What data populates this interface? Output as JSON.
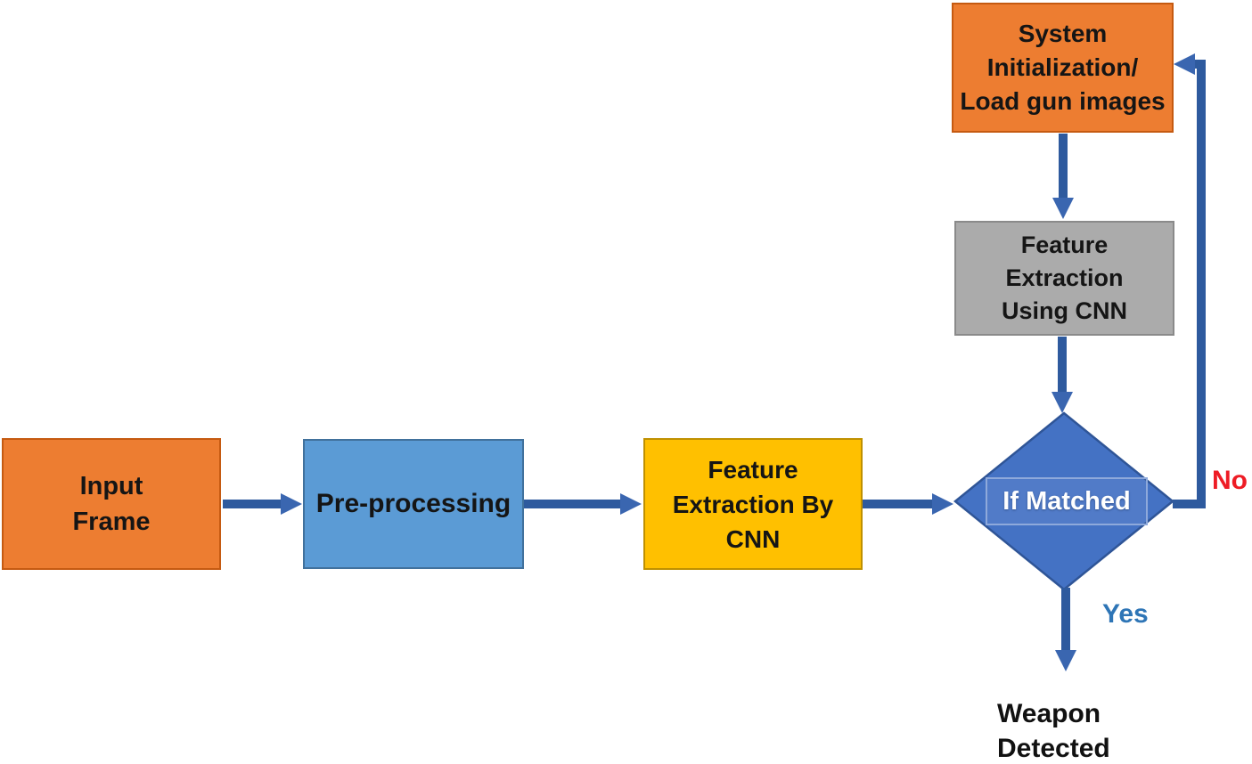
{
  "diagram": {
    "type": "flowchart",
    "background": "#FFFFFF",
    "nodes": {
      "input_frame": {
        "shape": "rect",
        "fill": "#ED7D31",
        "border": "#C55A11",
        "lines": [
          "Input",
          "Frame"
        ]
      },
      "pre_processing": {
        "shape": "rect",
        "fill": "#5B9BD5",
        "border": "#41719C",
        "lines": [
          "Pre-processing"
        ]
      },
      "feature_extraction_by_cnn": {
        "shape": "rect",
        "fill": "#FFC000",
        "border": "#BF9000",
        "lines": [
          "Feature",
          "Extraction By",
          "CNN"
        ]
      },
      "system_initialization": {
        "shape": "rect",
        "fill": "#ED7D31",
        "border": "#C55A11",
        "lines": [
          "System",
          "Initialization/",
          "Load gun images"
        ]
      },
      "feature_extraction_using_cnn": {
        "shape": "rect",
        "fill": "#ABABAB",
        "border": "#8A8A8A",
        "lines": [
          "Feature",
          "Extraction",
          "Using CNN"
        ]
      },
      "if_matched": {
        "shape": "diamond",
        "fill": "#4472C4",
        "border": "#2F5597",
        "text_color": "#FFFFFF",
        "label": "If Matched"
      },
      "weapon_detected": {
        "shape": "text",
        "lines": [
          "Weapon",
          "Detected"
        ]
      }
    },
    "edges": [
      {
        "from": "input_frame",
        "to": "pre_processing",
        "label": ""
      },
      {
        "from": "pre_processing",
        "to": "feature_extraction_by_cnn",
        "label": ""
      },
      {
        "from": "feature_extraction_by_cnn",
        "to": "if_matched",
        "label": ""
      },
      {
        "from": "system_initialization",
        "to": "feature_extraction_using_cnn",
        "label": ""
      },
      {
        "from": "feature_extraction_using_cnn",
        "to": "if_matched",
        "label": ""
      },
      {
        "from": "if_matched",
        "to": "weapon_detected",
        "label": "Yes",
        "label_color": "#2E75B6"
      },
      {
        "from": "if_matched",
        "to": "system_initialization",
        "label": "No",
        "label_color": "#EE1C25"
      }
    ],
    "labels": {
      "yes": {
        "text": "Yes",
        "color": "#2E75B6"
      },
      "no": {
        "text": "No",
        "color": "#EE1C25"
      }
    },
    "arrow_color": "#2E5A9E"
  }
}
